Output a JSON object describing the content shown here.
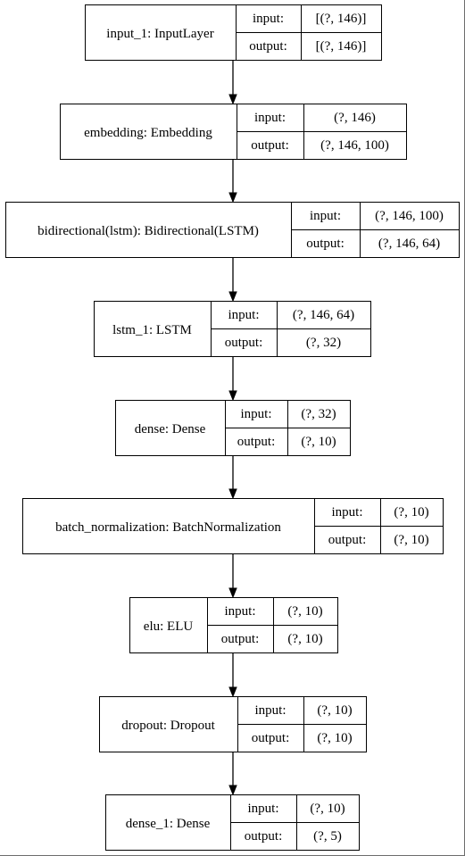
{
  "layers": [
    {
      "name": "input_1: InputLayer",
      "input_label": "input:",
      "output_label": "output:",
      "input_shape": "[(?, 146)]",
      "output_shape": "[(?, 146)]"
    },
    {
      "name": "embedding: Embedding",
      "input_label": "input:",
      "output_label": "output:",
      "input_shape": "(?, 146)",
      "output_shape": "(?, 146, 100)"
    },
    {
      "name": "bidirectional(lstm): Bidirectional(LSTM)",
      "input_label": "input:",
      "output_label": "output:",
      "input_shape": "(?, 146, 100)",
      "output_shape": "(?, 146, 64)"
    },
    {
      "name": "lstm_1: LSTM",
      "input_label": "input:",
      "output_label": "output:",
      "input_shape": "(?, 146, 64)",
      "output_shape": "(?, 32)"
    },
    {
      "name": "dense: Dense",
      "input_label": "input:",
      "output_label": "output:",
      "input_shape": "(?, 32)",
      "output_shape": "(?, 10)"
    },
    {
      "name": "batch_normalization: BatchNormalization",
      "input_label": "input:",
      "output_label": "output:",
      "input_shape": "(?, 10)",
      "output_shape": "(?, 10)"
    },
    {
      "name": "elu: ELU",
      "input_label": "input:",
      "output_label": "output:",
      "input_shape": "(?, 10)",
      "output_shape": "(?, 10)"
    },
    {
      "name": "dropout: Dropout",
      "input_label": "input:",
      "output_label": "output:",
      "input_shape": "(?, 10)",
      "output_shape": "(?, 10)"
    },
    {
      "name": "dense_1: Dense",
      "input_label": "input:",
      "output_label": "output:",
      "input_shape": "(?, 10)",
      "output_shape": "(?, 5)"
    }
  ]
}
